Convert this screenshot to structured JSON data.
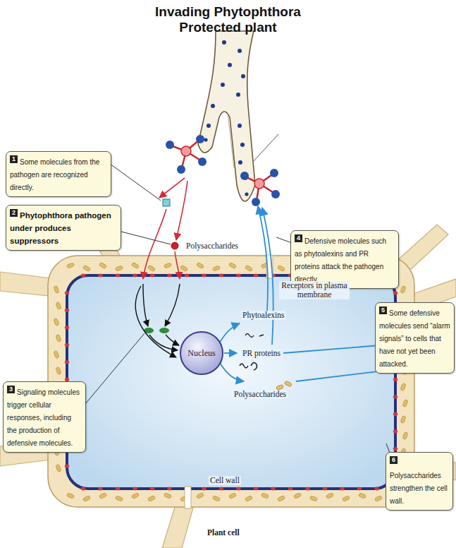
{
  "diagram": {
    "title": "Invading Phytophthora Protected plant",
    "nodes": [
      {
        "text": [
          "1",
          "Some molecules from the pathogen are recognized directly."
        ]
      },
      {
        "text": [
          "2",
          "Phytophthora pathogen under produces suppressors"
        ]
      },
      {
        "text": [
          "3",
          "Signaling molecules trigger cellular responses, including the production of defensive molecules."
        ]
      },
      {
        "text": [
          "4",
          "Defensive molecules such as phytoalexins and PR proteins attack the pathogen directly."
        ]
      },
      {
        "text": [
          "5",
          "Some defensive molecules send “alarm signals” to cells that have not yet been attacked."
        ]
      },
      {
        "text": [
          "Nucleus"
        ]
      },
      {
        "text": [
          "6",
          "Polysaccharides strengthen the cell wall."
        ]
      }
    ],
    "labels": [
      "Polysaccharides",
      "Receptors in plasma membrane",
      "Phytoalexins",
      "PR proteins",
      "Polysaccharides",
      "Cell wall",
      "Plant cell"
    ]
  }
}
